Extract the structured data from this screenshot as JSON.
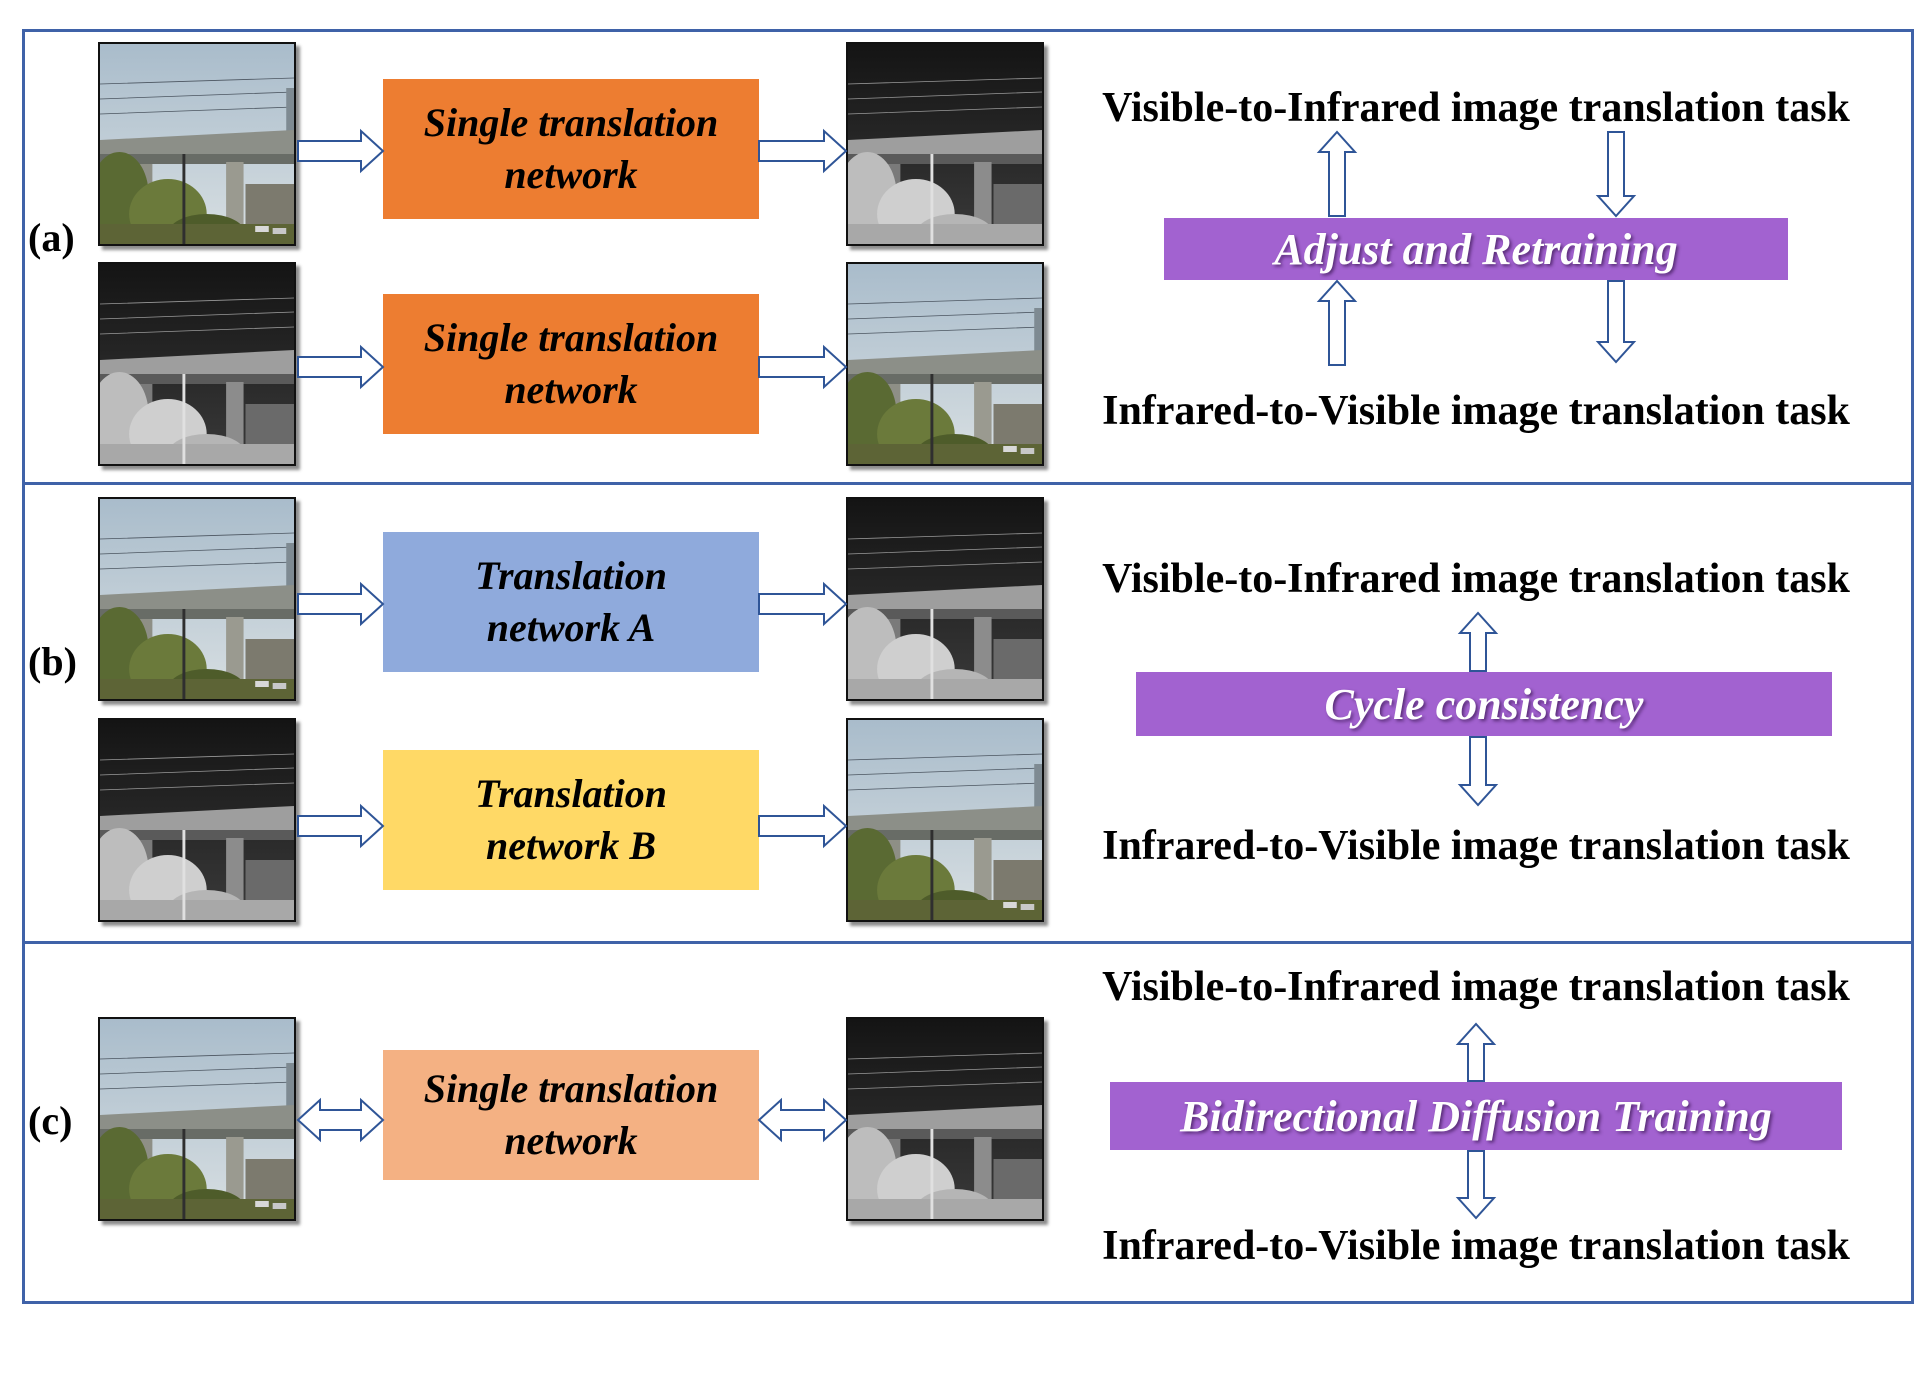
{
  "colors": {
    "panel_border": "#3f62a8",
    "arrow_stroke": "#2f5597",
    "single_net_orange": "#ed7d31",
    "single_net_light_orange": "#f4b183",
    "net_a_blue": "#8faadc",
    "net_b_yellow": "#ffd966",
    "purple_box": "#a262d0"
  },
  "panel_a": {
    "label": "(a)",
    "net_top": [
      "Single translation",
      "network"
    ],
    "net_bottom": [
      "Single translation",
      "network"
    ],
    "task_top": "Visible-to-Infrared image translation task",
    "task_bottom": "Infrared-to-Visible image translation task",
    "center": "Adjust and Retraining"
  },
  "panel_b": {
    "label": "(b)",
    "net_top": [
      "Translation",
      "network A"
    ],
    "net_bottom": [
      "Translation",
      "network B"
    ],
    "task_top": "Visible-to-Infrared image translation task",
    "task_bottom": "Infrared-to-Visible image translation task",
    "center": "Cycle consistency"
  },
  "panel_c": {
    "label": "(c)",
    "net": [
      "Single translation",
      "network"
    ],
    "task_top": "Visible-to-Infrared image translation task",
    "task_bottom": "Infrared-to-Visible image translation task",
    "center": "Bidirectional Diffusion Training"
  },
  "images": {
    "visible": "visible-image",
    "infrared": "infrared-image"
  }
}
